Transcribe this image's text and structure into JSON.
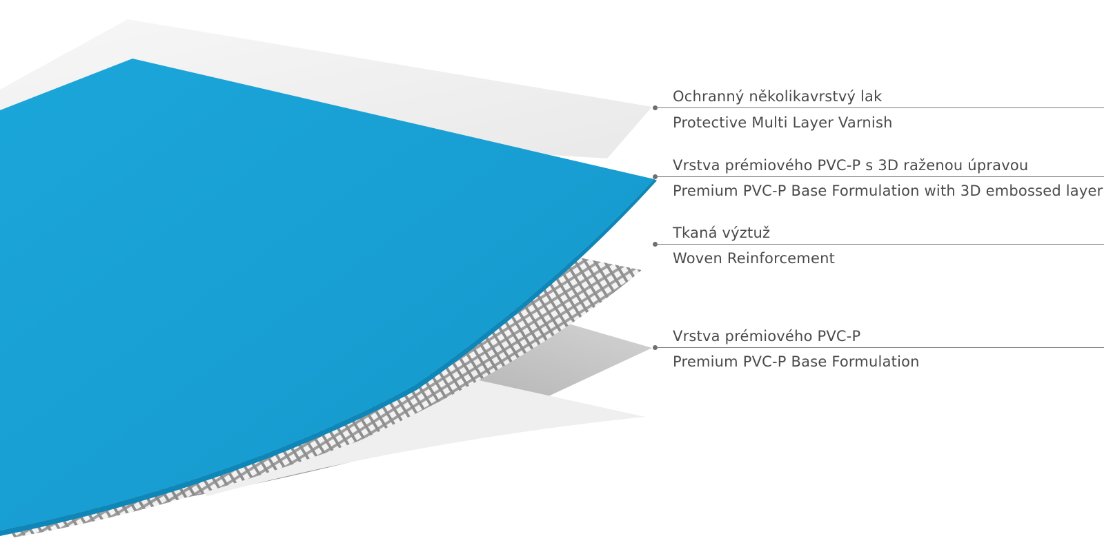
{
  "colors": {
    "membrane": "#1aa3d6",
    "membrane_shadow": "#0f86b8",
    "varnish": "#f1f1f1",
    "mesh": "#9c9c9c",
    "base": "#bdbdbd",
    "text": "#4a4a4a",
    "rule": "#7a7a7a"
  },
  "layers": [
    {
      "czech": "Ochranný několikavrstvý lak",
      "english": "Protective Multi Layer Varnish"
    },
    {
      "czech": "Vrstva prémiového PVC-P s 3D raženou úpravou",
      "english": "Premium PVC-P Base Formulation with 3D embossed layer"
    },
    {
      "czech": "Tkaná výztuž",
      "english": "Woven Reinforcement"
    },
    {
      "czech": "Vrstva prémiového PVC-P",
      "english": "Premium PVC-P Base Formulation"
    }
  ]
}
